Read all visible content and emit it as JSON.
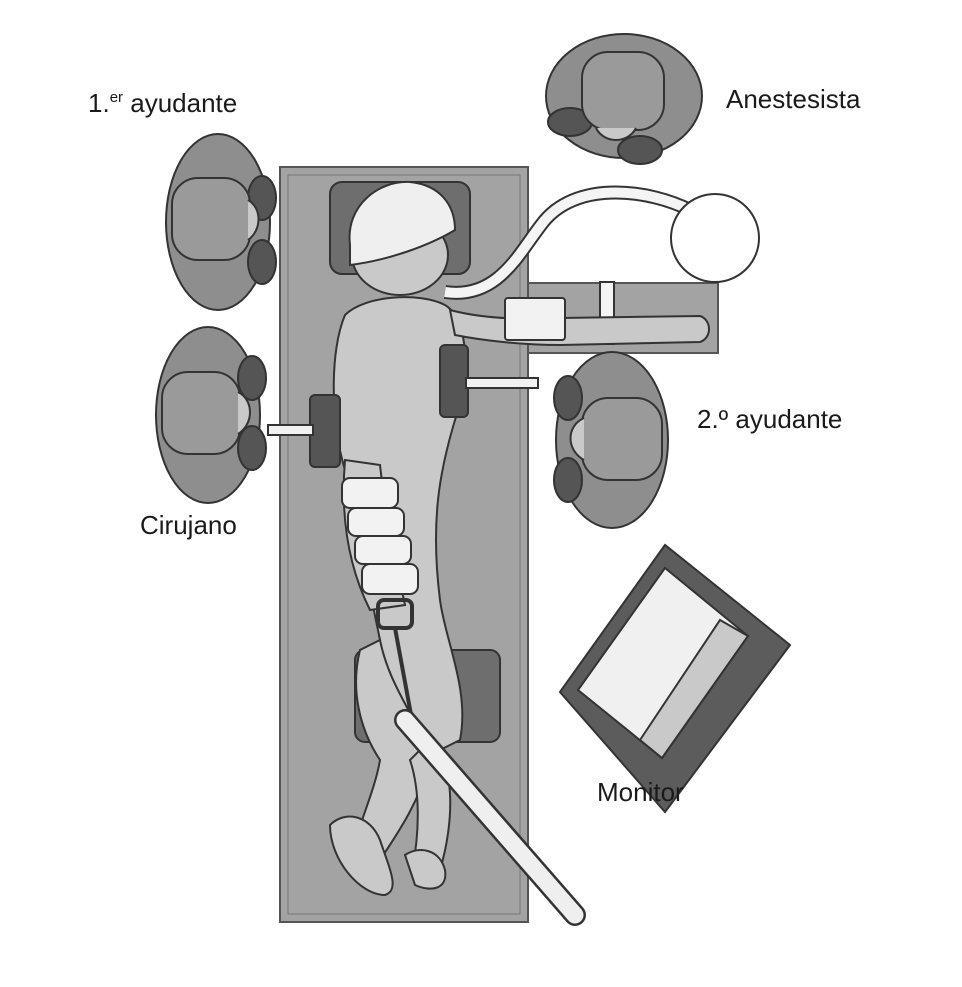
{
  "labels": {
    "first_assistant": {
      "number": "1.",
      "superscript": "er",
      "text": " ayudante"
    },
    "anesthetist": "Anestesista",
    "second_assistant": "2.º ayudante",
    "surgeon": "Cirujano",
    "monitor": "Monitor"
  },
  "colors": {
    "table": "#a3a3a3",
    "table_edge": "#777777",
    "person_body": "#8e8e8e",
    "person_head": "#9a9a9a",
    "skin": "#c9c9c9",
    "light": "#efefef",
    "outline": "#333333"
  }
}
